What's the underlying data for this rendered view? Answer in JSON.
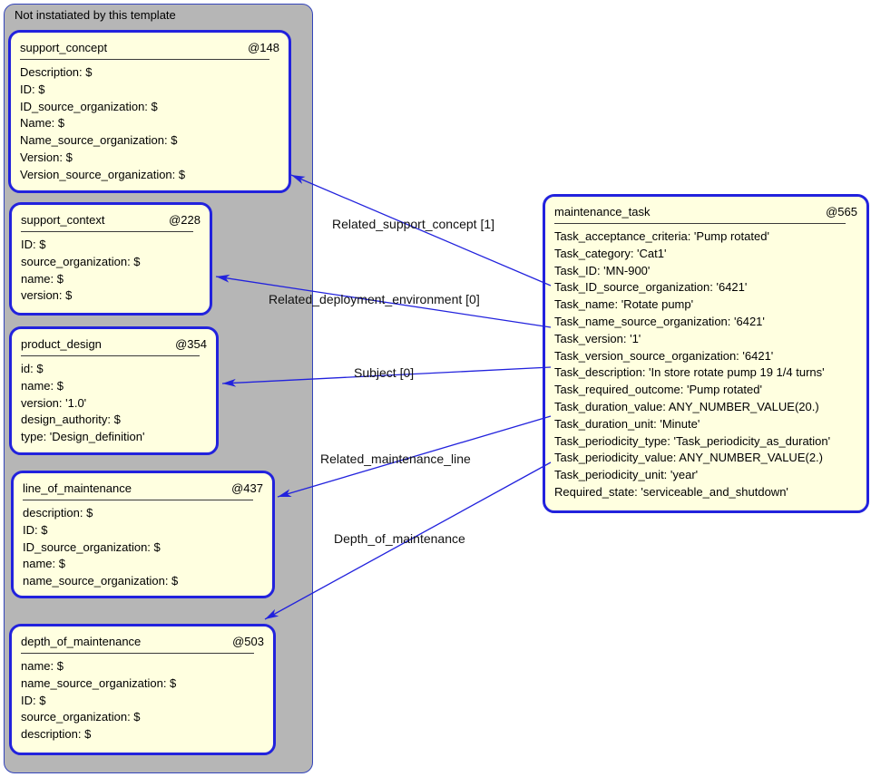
{
  "diagram": {
    "panel_label": "Not instatiated by this template"
  },
  "colors": {
    "panel_fill": "#b6b6b6",
    "panel_border": "#3344bb",
    "entity_fill": "#ffffe0",
    "entity_border": "#2222dd",
    "arrow": "#2222dd",
    "text": "#000000"
  },
  "entities": [
    {
      "name": "support_concept",
      "ref": "@148",
      "attributes": [
        "Description: $",
        "ID: $",
        "ID_source_organization: $",
        "Name: $",
        "Name_source_organization: $",
        "Version: $",
        "Version_source_organization: $"
      ]
    },
    {
      "name": "support_context",
      "ref": "@228",
      "attributes": [
        "ID: $",
        "source_organization: $",
        "name: $",
        "version: $"
      ]
    },
    {
      "name": "product_design",
      "ref": "@354",
      "attributes": [
        "id: $",
        "name: $",
        "version: '1.0'",
        "design_authority: $",
        "type: 'Design_definition'"
      ]
    },
    {
      "name": "line_of_maintenance",
      "ref": "@437",
      "attributes": [
        "description: $",
        "ID: $",
        "ID_source_organization: $",
        "name: $",
        "name_source_organization: $"
      ]
    },
    {
      "name": "depth_of_maintenance",
      "ref": "@503",
      "attributes": [
        "name: $",
        "name_source_organization: $",
        "ID: $",
        "source_organization: $",
        "description: $"
      ]
    },
    {
      "name": "maintenance_task",
      "ref": "@565",
      "attributes": [
        "Task_acceptance_criteria: 'Pump rotated'",
        "Task_category: 'Cat1'",
        "Task_ID: 'MN-900'",
        "Task_ID_source_organization: '6421'",
        "Task_name: 'Rotate pump'",
        "Task_name_source_organization: '6421'",
        "Task_version: '1'",
        "Task_version_source_organization: '6421'",
        "Task_description: 'In store rotate pump 19 1/4 turns'",
        "Task_required_outcome: 'Pump rotated'",
        "Task_duration_value: ANY_NUMBER_VALUE(20.)",
        "Task_duration_unit: 'Minute'",
        "Task_periodicity_type: 'Task_periodicity_as_duration'",
        "Task_periodicity_value: ANY_NUMBER_VALUE(2.)",
        "Task_periodicity_unit: 'year'",
        "Required_state: 'serviceable_and_shutdown'"
      ]
    }
  ],
  "relations": [
    {
      "label": "Related_support_concept [1]"
    },
    {
      "label": "Related_deployment_environment [0]"
    },
    {
      "label": "Subject [0]"
    },
    {
      "label": "Related_maintenance_line"
    },
    {
      "label": "Depth_of_maintenance"
    }
  ]
}
